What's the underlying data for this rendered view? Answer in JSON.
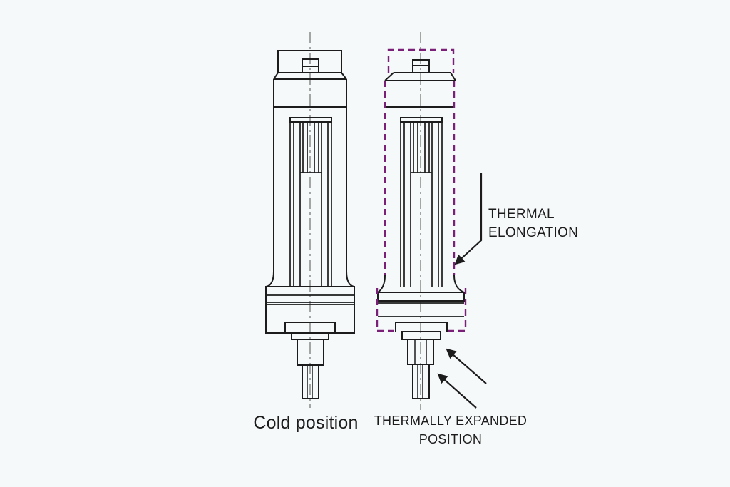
{
  "diagram": {
    "type": "technical-illustration",
    "subject": "valve thermal expansion comparison",
    "labels": {
      "cold": "Cold position",
      "expanded_line1": "THERMALLY EXPANDED",
      "expanded_line2": "POSITION",
      "elongation_line1": "THERMAL",
      "elongation_line2": "ELONGATION"
    },
    "colors": {
      "background": "#f6f9fa",
      "drawing_line": "#1c1c1c",
      "dashed_cold_outline": "#7a2078",
      "centerline": "#6f6f6f"
    },
    "annotations": {
      "elongation_arrow_target": "dashed cold-position outline of expanded valve",
      "stem_arrows_target": "downward-displaced stem of thermally expanded valve"
    }
  }
}
